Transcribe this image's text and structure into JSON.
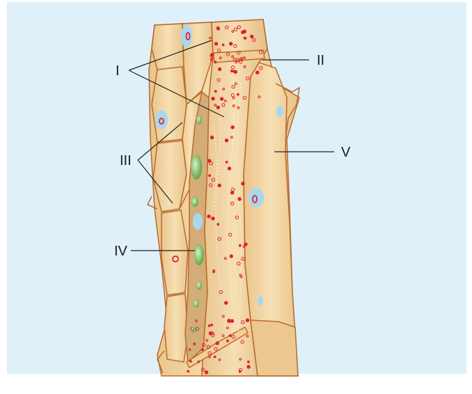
{
  "labels": {
    "I": "I",
    "II": "II",
    "III": "III",
    "IV": "IV",
    "V": "V"
  },
  "colors": {
    "background": "#dff0f9",
    "cell_fill": "#f3d5a3",
    "cell_stroke": "#b86a2c",
    "vessel_fill": "#dcb98a",
    "granule": "#e0202a",
    "green_body": "#7dbb5d",
    "space_blue": "#a8d8ef"
  }
}
